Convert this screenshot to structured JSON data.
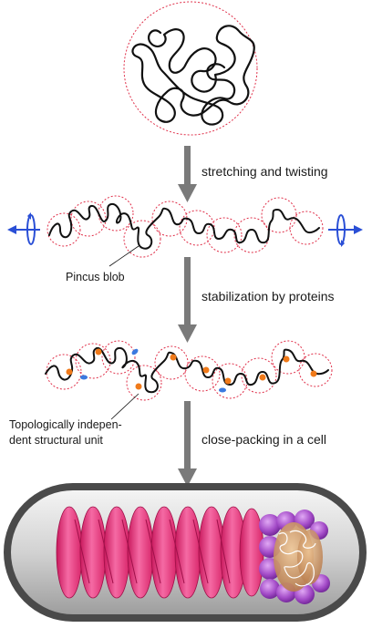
{
  "steps": [
    {
      "label": "stretching and twisting"
    },
    {
      "label": "stabilization by proteins"
    },
    {
      "label": "close-packing in a cell"
    }
  ],
  "annotations": {
    "pincus_blob": "Pincus blob",
    "unit_line1": "Topologically indepen-",
    "unit_line2": "dent structural unit"
  },
  "colors": {
    "strand": "#111111",
    "blob_outline": "#e0304a",
    "arrow": "#7a7a7a",
    "twist_arrow": "#2a4fd6",
    "protein_orange": "#f07a1a",
    "protein_blue": "#3a7ae0",
    "cell_wall": "#4a4a4a",
    "cytoplasm": "#c8c8c8",
    "coil_pink": "#e8337a",
    "coil_purple": "#a24fc8",
    "coil_tan": "#d8a070"
  }
}
